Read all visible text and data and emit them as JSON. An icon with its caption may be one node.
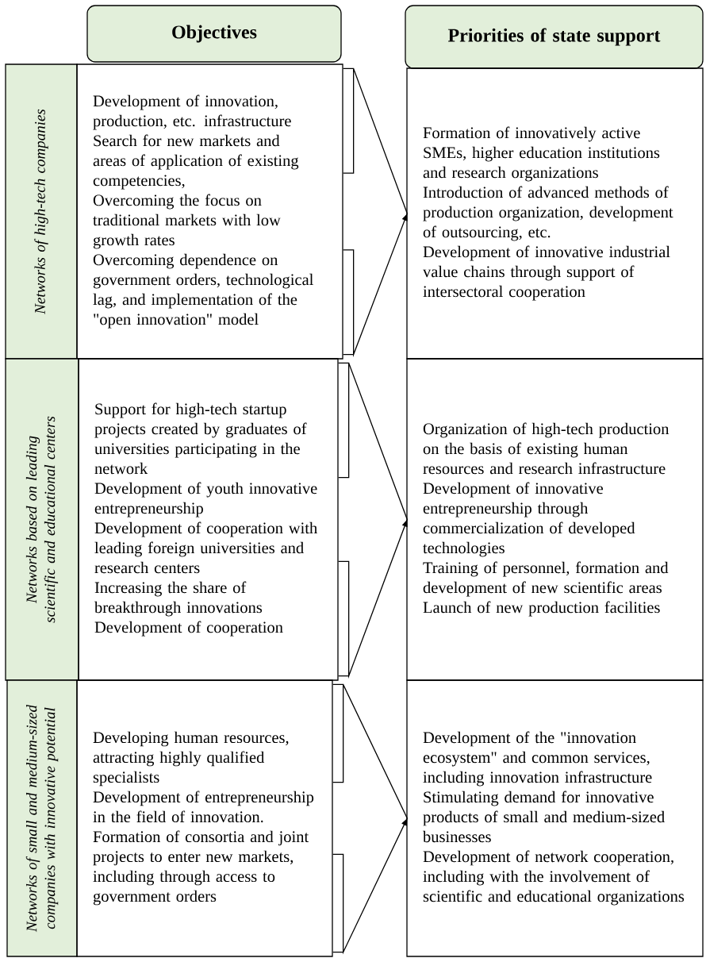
{
  "diagram": {
    "nodes": [
      {
        "text": [
          "Objectives"
        ]
      },
      {
        "text": [
          "Priorities of state support"
        ]
      },
      {
        "text": [
          "Networks of high-tech companies"
        ]
      },
      {
        "text": [
          "Development of innovation, production, etc. infrastructure",
          "Search for new markets and areas of application of existing competencies,",
          "Overcoming the focus on traditional markets with low growth rates",
          "Overcoming dependence on government orders, technological lag, and implementation of the \"open innovation\" model"
        ]
      },
      {
        "text": [
          "Formation of innovatively active SMEs, higher education institutions and research organizations",
          "Introduction of advanced methods of production organization, development of outsourcing, etc.",
          "Development of innovative industrial value chains through support of intersectoral cooperation"
        ]
      },
      {
        "text": [
          "Networks based on leading scientific and educational centers"
        ]
      },
      {
        "text": [
          "Support for high-tech startup projects created by graduates of universities participating in the network",
          "Development of youth innovative entrepreneurship",
          "Development of cooperation with leading foreign universities and research centers",
          "Increasing the share of breakthrough innovations",
          "Development of cooperation"
        ]
      },
      {
        "text": [
          "Organization of high-tech production on the basis of existing human resources and research infrastructure",
          "Development of innovative entrepreneurship through commercialization of developed technologies",
          "Training of personnel, formation and development of new scientific areas",
          "Launch of new production facilities"
        ]
      },
      {
        "text": [
          "Networks of small and medium-sized companies with innovative potential"
        ]
      },
      {
        "text": [
          "Developing human resources, attracting highly qualified specialists",
          "Development of entrepreneurship in the field of innovation.",
          "Formation of consortia and joint projects to enter new markets, including through access to government orders"
        ]
      },
      {
        "text": [
          "Development of the \"innovation ecosystem\" and common services, including innovation infrastructure",
          "Stimulating demand for innovative products of small and medium-sized businesses",
          "Development of network cooperation, including with the involvement of scientific and educational organizations"
        ]
      }
    ],
    "edges": [
      {
        "from": 3,
        "to": 4,
        "arrow": "to"
      },
      {
        "from": 6,
        "to": 7,
        "arrow": "to"
      },
      {
        "from": 9,
        "to": 10,
        "arrow": "to"
      }
    ]
  }
}
